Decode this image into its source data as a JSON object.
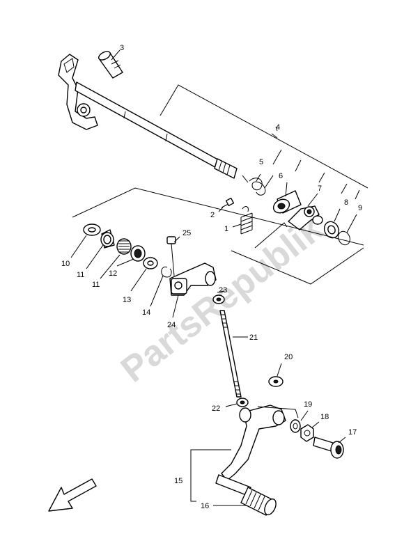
{
  "watermark": "PartsRepublik",
  "callouts": {
    "c1": "1",
    "c2": "2",
    "c3": "3",
    "c4": "4",
    "c5": "5",
    "c6": "6",
    "c7": "7",
    "c8": "8",
    "c9": "9",
    "c10": "10",
    "c11a": "11",
    "c11b": "11",
    "c12": "12",
    "c13": "13",
    "c14": "14",
    "c15": "15",
    "c16": "16",
    "c17": "17",
    "c18": "18",
    "c19": "19",
    "c20": "20",
    "c21": "21",
    "c22": "22",
    "c23": "23",
    "c24": "24",
    "c25": "25"
  },
  "icons": {
    "direction_arrow": "front-direction-arrow-icon"
  }
}
